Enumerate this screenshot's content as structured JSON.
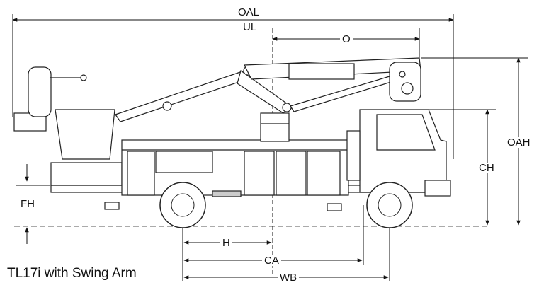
{
  "diagram": {
    "caption": "TL17i with Swing Arm",
    "dimensions": {
      "oal": "OAL",
      "ul": "UL",
      "o": "O",
      "oah": "OAH",
      "ch": "CH",
      "fh": "FH",
      "h": "H",
      "ca": "CA",
      "wb": "WB"
    }
  }
}
